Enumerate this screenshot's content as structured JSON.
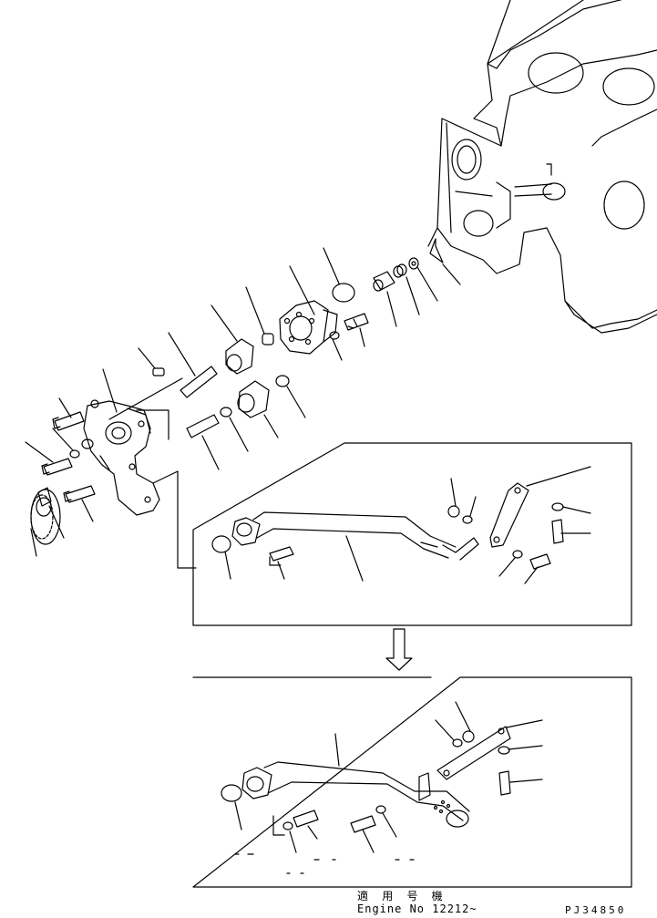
{
  "footer": {
    "applicability": "適 用 号 機",
    "engine_no": "Engine No 12212~",
    "drawing_code": "PJ34850"
  },
  "colors": {
    "ink": "#000000",
    "paper": "#ffffff"
  }
}
